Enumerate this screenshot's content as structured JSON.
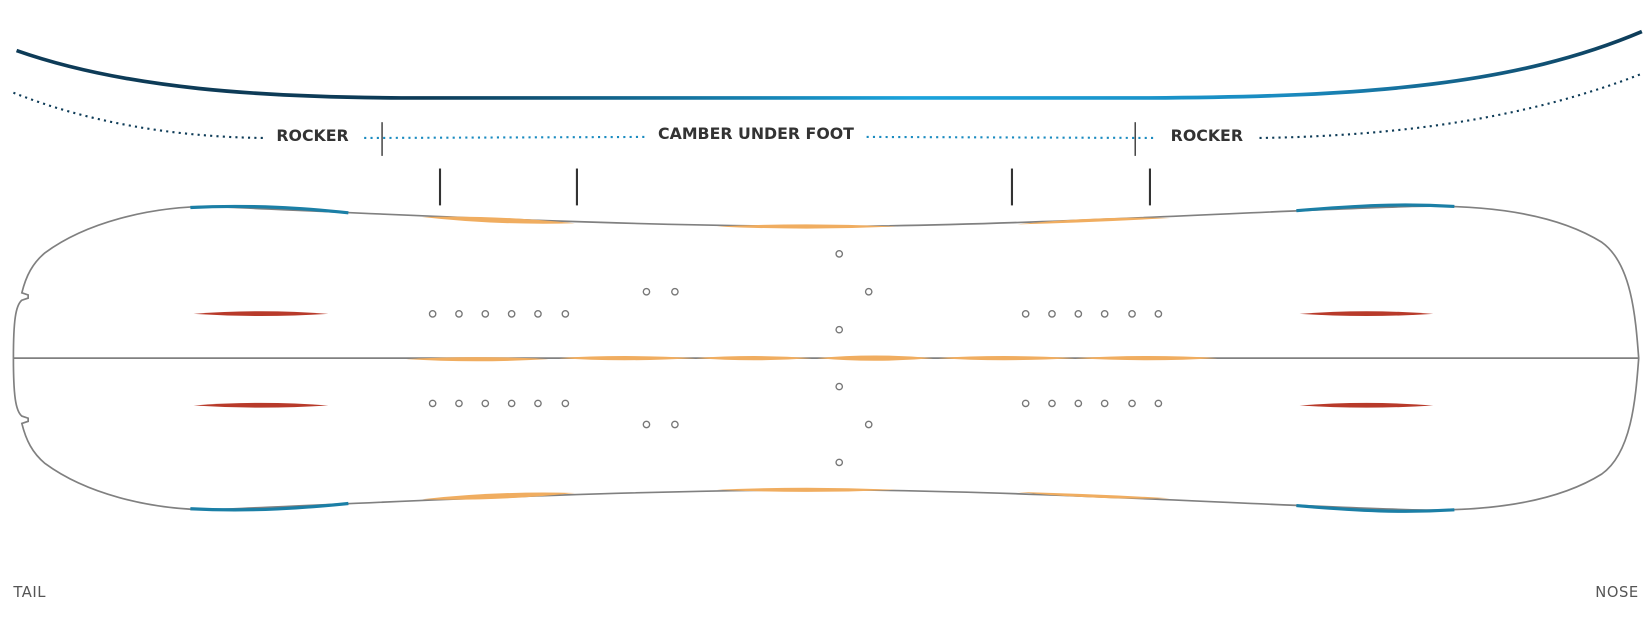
{
  "profile": {
    "labels": {
      "rocker_tail": "ROCKER",
      "camber": "CAMBER UNDER FOOT",
      "rocker_nose": "ROCKER"
    }
  },
  "board": {
    "tail_label": "TAIL",
    "nose_label": "NOSE"
  },
  "colors": {
    "profile_dark": "#0d3b57",
    "profile_light": "#1aa3dc",
    "outline": "#808080",
    "edge_blue": "#1b7fa6",
    "edge_orange": "#f0ad60",
    "skin_slot_red": "#b83a2a",
    "text": "#333333"
  }
}
